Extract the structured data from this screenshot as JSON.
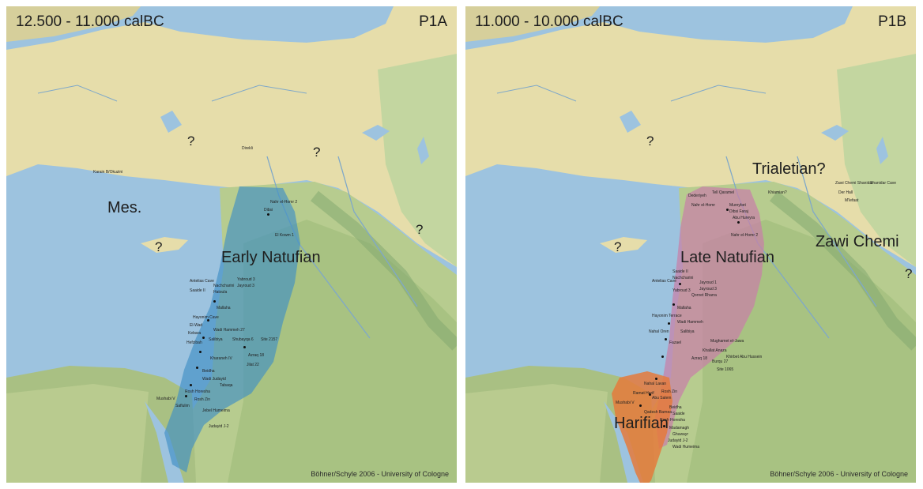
{
  "panels": [
    {
      "period": "12.500 - 11.000 calBC",
      "code": "P1A",
      "culture_labels": [
        "Mes.",
        "Early Natufian"
      ],
      "unknown_marker": "?",
      "credit": "Böhner/Schyle 2006 - University of Cologne",
      "region_colors": {
        "Early Natufian": "#3f8fc4"
      },
      "sites": [
        "Direkli",
        "Karain B/Okuzini",
        "Dibsi",
        "Nahr el-Homr 2",
        "El Kowm 1",
        "Antelias Cave",
        "Saaide II",
        "Nachcharini",
        "Jayroud 3",
        "Yabroud 3",
        "Hatoula",
        "Mallaha",
        "Hayonim Cave",
        "El-Wad",
        "Kebara",
        "Hefzibah",
        "Wadi Hammeh 27",
        "Salibiya",
        "Shubayqa 6",
        "Kharaneh IV",
        "Jilat 22",
        "Azraq 18",
        "Site 2157",
        "Beidha",
        "Wadi Judayid",
        "Mushabi V",
        "Rosh Horesha",
        "Rosh Zin",
        "Saflulim",
        "Tabaqa",
        "Jebel Humeima",
        "Judayid J-2"
      ]
    },
    {
      "period": "11.000 - 10.000 calBC",
      "code": "P1B",
      "culture_labels": [
        "Trialetian?",
        "Late Natufian",
        "Zawi Chemi",
        "Harifian"
      ],
      "unknown_marker": "?",
      "credit": "Böhner/Schyle 2006 - University of Cologne",
      "region_colors": {
        "Late Natufian": "#c77fa7",
        "Harifian": "#e57a3c"
      },
      "sites": [
        "Dederiyeh",
        "Tell Qaramel",
        "Nahr el-Homr",
        "Mureybet",
        "Dibsi Faraj",
        "Abu Hureyra",
        "Khiamian?",
        "Nahr el-Homr 2",
        "Zawi Chemi Shanidar",
        "Shanidar Cave",
        "Der Hall",
        "M'lefaat",
        "Saaide II",
        "Nachcharini",
        "Antelias Cave",
        "Jayroud 1",
        "Jayroud 3",
        "Yabroud 3",
        "Qornet Rharra",
        "Hayonim Terrace",
        "Mallaha",
        "Nahal Oren",
        "Salibiya",
        "Fazael",
        "Wadi Hammeh",
        "Mughamet el-Jawa",
        "Khallat Anaza",
        "Khirbet Abu Hussein",
        "Burqu 27",
        "Site 1065",
        "Azraq 18",
        "Nahal Lavan",
        "Ramat Harif",
        "Rosh Zin",
        "Abu Salem",
        "Mushabi V",
        "Beidha",
        "Saaide",
        "Rosh Horesha",
        "Qadesh Barnea",
        "Madamagh",
        "Ghuwayr",
        "Judayid J-2",
        "Wadi Humeima"
      ]
    }
  ]
}
